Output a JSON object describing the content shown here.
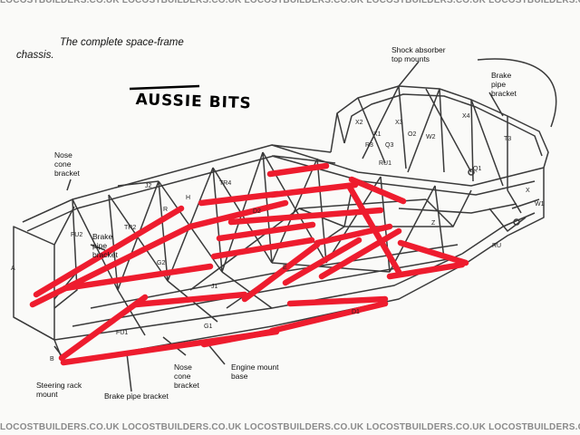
{
  "caption": {
    "line1": "The complete space-frame",
    "line2": "chassis."
  },
  "handwritten_note": "AUSSIE BITS",
  "labels": {
    "shock_absorber": "Shock absorber\ntop mounts",
    "brake_pipe_bracket_top": "Brake\npipe\nbracket",
    "nose_cone_bracket_left": "Nose\ncone\nbracket",
    "brake_pipe_bracket_mid": "Brake\npipe\nbracket",
    "steering_rack_mount": "Steering rack\nmount",
    "brake_pipe_bracket_bottom": "Brake pipe bracket",
    "nose_cone_bracket_bottom": "Nose\ncone\nbracket",
    "engine_mount_base": "Engine mount\nbase"
  },
  "markers": [
    "X2",
    "X3",
    "X1",
    "O2",
    "W2",
    "X4",
    "T3",
    "R3",
    "Q3",
    "RU1",
    "Q1",
    "X",
    "W1",
    "RU",
    "TR4",
    "R",
    "J2",
    "H",
    "FU2",
    "TR2",
    "G2",
    "D2",
    "Z",
    "J1",
    "E",
    "D1",
    "G1",
    "FU1",
    "A",
    "B"
  ],
  "watermark": "LOCOSTBUILDERS.CO.UK",
  "colors": {
    "frame": "#3a3a3a",
    "highlight": "#ee1c2e",
    "watermark": "#8a8a8a"
  }
}
